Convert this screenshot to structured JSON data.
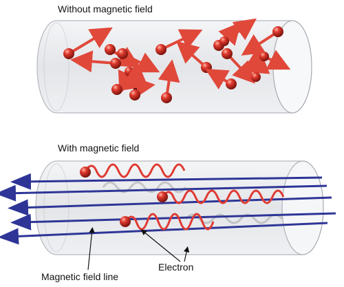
{
  "panels": {
    "top_title": "Without magnetic field",
    "bottom_title": "With magnetic field"
  },
  "annotations": {
    "field_line": "Magnetic field line",
    "electron": "Electron"
  },
  "colors": {
    "electron": "#e03a32",
    "electron_dark": "#8a1410",
    "arrow": "#e45a4c",
    "field_line": "#2e3596",
    "cylinder_fill": "#e4e6ea",
    "cylinder_stroke": "#a8acb2",
    "helix": "#e03a32"
  }
}
